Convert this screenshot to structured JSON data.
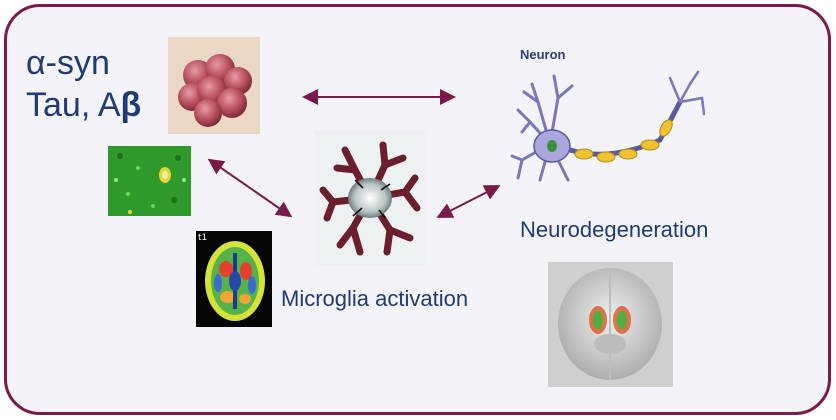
{
  "labels": {
    "aggregates_line1": "α-syn",
    "aggregates_line2_prefix": "Tau, A",
    "aggregates_line2_beta": "β",
    "microglia": "Microglia activation",
    "neurodegeneration": "Neurodegeneration",
    "neuron_title": "Neuron",
    "pet_tag": "t1"
  },
  "colors": {
    "frame_border": "#7a1a48",
    "arrow": "#7a1a48",
    "label_text": "#1f3b72",
    "background": "#f3f3f8"
  },
  "images": {
    "oligomer": "protein-aggregate-spheres-icon",
    "stain": "green-histology-stain-icon",
    "pet_scan": "brain-pet-scan-icon",
    "microglia_cell": "activated-microglia-icon",
    "neuron": "neuron-diagram-icon",
    "brain_3d": "brain-3d-render-icon"
  }
}
